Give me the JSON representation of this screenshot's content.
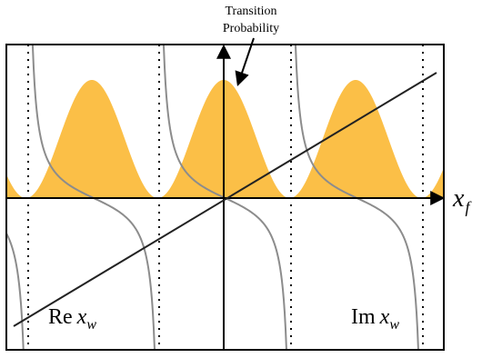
{
  "annotation": {
    "line1": "Transition",
    "line2": "Probability"
  },
  "labels": {
    "x_axis_main": "x",
    "x_axis_sub": "f",
    "left_prefix": "Re",
    "left_var": "x",
    "left_sub": "w",
    "right_prefix": "Im",
    "right_var": "x",
    "right_sub": "w"
  },
  "colors": {
    "probability_fill": "#fbbf47",
    "tangent_curve": "#8c8c8c",
    "axis": "#000000"
  },
  "icons": {
    "annotation_pointer": "arrow-icon"
  }
}
